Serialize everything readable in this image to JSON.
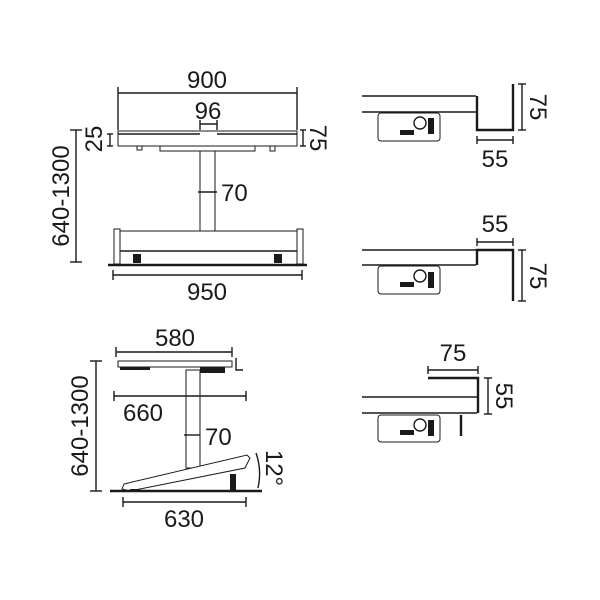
{
  "front_view": {
    "width_top": "900",
    "column_width": "96",
    "top_thickness_left": "25",
    "top_thickness_right": "75",
    "column_label": "70",
    "height_range": "640-1300",
    "base_width": "950"
  },
  "side_view": {
    "top_depth": "580",
    "mid_depth": "660",
    "column_label": "70",
    "height_range": "640-1300",
    "base_depth": "630",
    "tilt_angle": "12°"
  },
  "profile_details": [
    {
      "depth": "55",
      "height": "75"
    },
    {
      "depth": "55",
      "height": "75"
    },
    {
      "depth": "75",
      "height": "55"
    }
  ],
  "colors": {
    "line": "#1a1a1a",
    "background": "#ffffff"
  }
}
